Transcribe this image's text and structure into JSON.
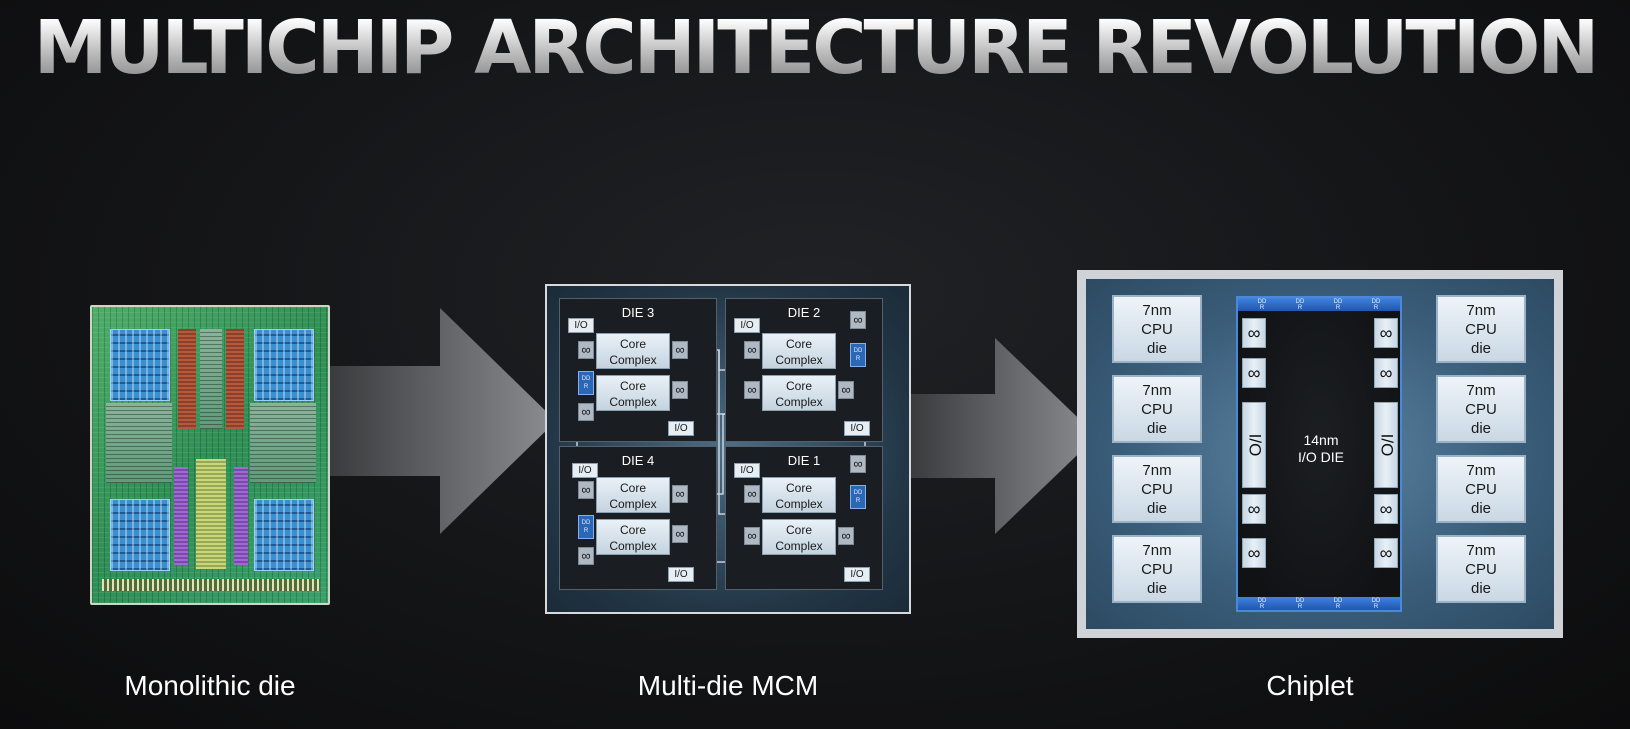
{
  "title": "MULTICHIP ARCHITECTURE REVOLUTION",
  "captions": {
    "monolithic": "Monolithic die",
    "mcm": "Multi-die MCM",
    "chiplet": "Chiplet"
  },
  "mcm": {
    "dies": [
      {
        "title": "DIE 3"
      },
      {
        "title": "DIE 2"
      },
      {
        "title": "DIE 4"
      },
      {
        "title": "DIE 1"
      }
    ],
    "core_complex": {
      "line1": "Core",
      "line2": "Complex"
    },
    "io_label": "I/O",
    "infinity_symbol": "∞",
    "ddr_label": {
      "line1": "DD",
      "line2": "R"
    }
  },
  "chiplet": {
    "cpu_die": {
      "line1": "7nm",
      "line2": "CPU",
      "line3": "die"
    },
    "io_die": {
      "line1": "14nm",
      "line2": "I/O DIE"
    },
    "io_pill_label": "I/O",
    "infinity_symbol": "∞",
    "ddr_label": {
      "line1": "DD",
      "line2": "R"
    }
  },
  "colors": {
    "background": "#141517",
    "arrow": "#7b7c7f",
    "mcm_package": "#2b4457",
    "chiplet_package": "#3f6582",
    "ddr_blue": "#2c67b5",
    "monolithic_green": "#3a9a60"
  }
}
